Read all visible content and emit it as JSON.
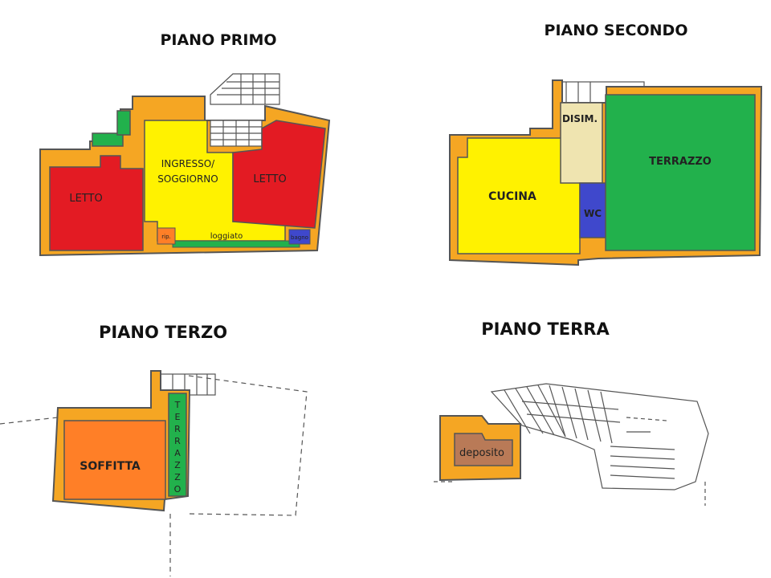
{
  "colors": {
    "letto": "#e31b23",
    "soggiorno": "#fff200",
    "terrazzo": "#22b14c",
    "wc": "#3f48cc",
    "disim": "#efe4b0",
    "outline": "#f5a623",
    "soffitta": "#ff7f27",
    "deposito": "#b97a57",
    "wall": "#555555"
  },
  "floors": {
    "primo": {
      "title": "PIANO PRIMO",
      "rooms": {
        "letto_left": "LETTO",
        "ingresso_line1": "INGRESSO/",
        "ingresso_line2": "SOGGIORNO",
        "letto_right": "LETTO",
        "loggiato": "loggiato",
        "rip": "rip.",
        "bagno": "bagno"
      }
    },
    "secondo": {
      "title": "PIANO SECONDO",
      "rooms": {
        "disim": "DISIM.",
        "terrazzo": "TERRAZZO",
        "cucina": "CUCINA",
        "wc": "WC"
      }
    },
    "terzo": {
      "title": "PIANO TERZO",
      "rooms": {
        "soffitta": "SOFFITTA",
        "terrazzo_vertical": [
          "T",
          "E",
          "R",
          "R",
          "A",
          "Z",
          "Z",
          "O"
        ]
      }
    },
    "terra": {
      "title": "PIANO TERRA",
      "rooms": {
        "deposito": "deposito"
      }
    }
  }
}
